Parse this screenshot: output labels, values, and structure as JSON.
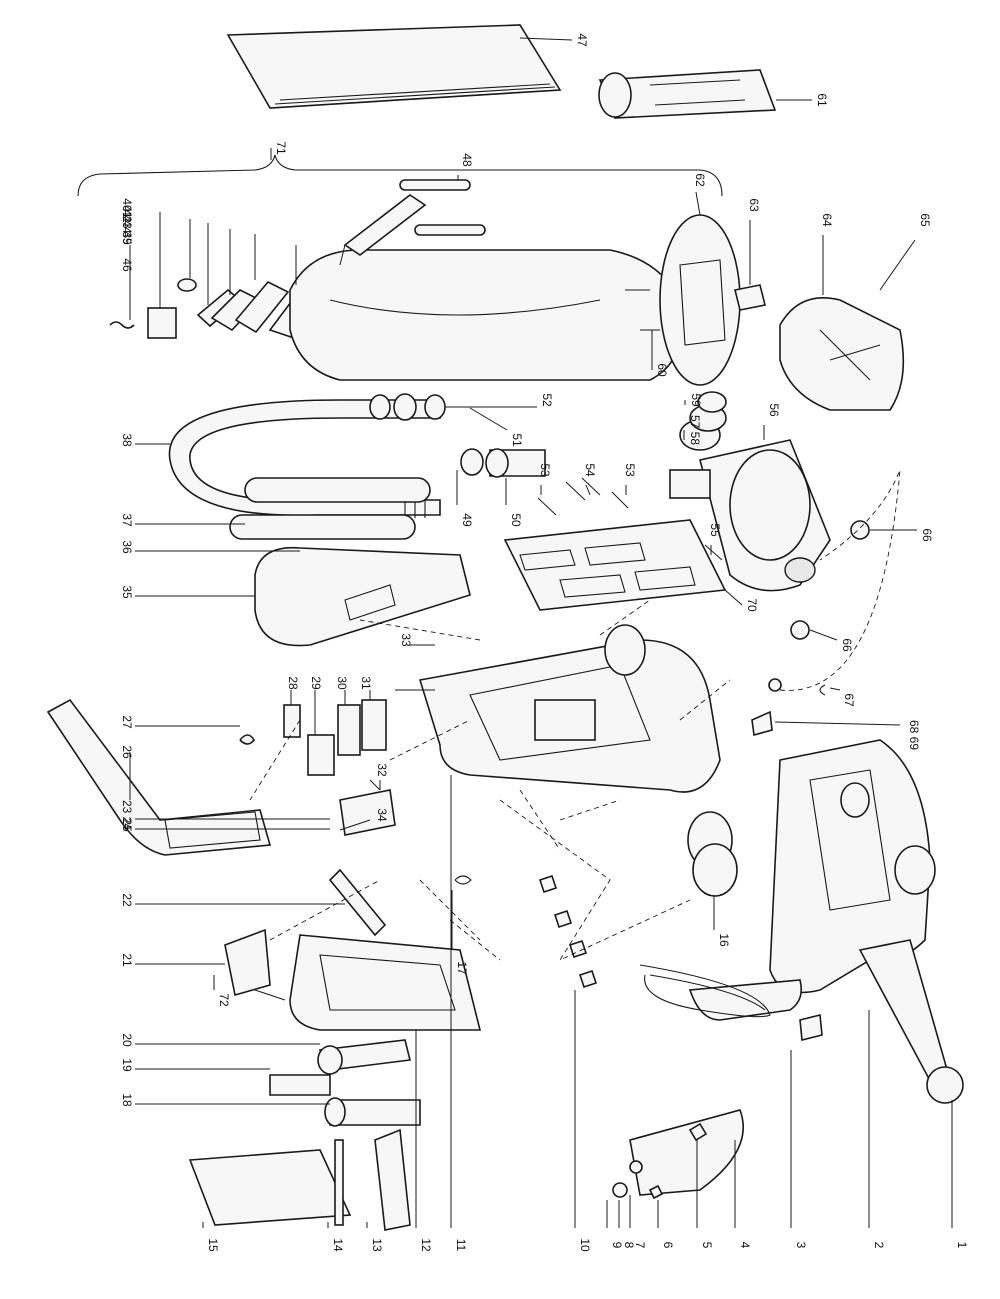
{
  "parts": [
    {
      "n": "1"
    },
    {
      "n": "2"
    },
    {
      "n": "3"
    },
    {
      "n": "4"
    },
    {
      "n": "5"
    },
    {
      "n": "6"
    },
    {
      "n": "7"
    },
    {
      "n": "8"
    },
    {
      "n": "9"
    },
    {
      "n": "10"
    },
    {
      "n": "11"
    },
    {
      "n": "12"
    },
    {
      "n": "13"
    },
    {
      "n": "14"
    },
    {
      "n": "15"
    },
    {
      "n": "16"
    },
    {
      "n": "17"
    },
    {
      "n": "18"
    },
    {
      "n": "19"
    },
    {
      "n": "20"
    },
    {
      "n": "21"
    },
    {
      "n": "22"
    },
    {
      "n": "23 24"
    },
    {
      "n": "25"
    },
    {
      "n": "26"
    },
    {
      "n": "27"
    },
    {
      "n": "28"
    },
    {
      "n": "29"
    },
    {
      "n": "30"
    },
    {
      "n": "31"
    },
    {
      "n": "32"
    },
    {
      "n": "33"
    },
    {
      "n": "34"
    },
    {
      "n": "35"
    },
    {
      "n": "36"
    },
    {
      "n": "37"
    },
    {
      "n": "38"
    },
    {
      "n": "39"
    },
    {
      "n": "40"
    },
    {
      "n": "41"
    },
    {
      "n": "42"
    },
    {
      "n": "43"
    },
    {
      "n": "44"
    },
    {
      "n": "45"
    },
    {
      "n": "46"
    },
    {
      "n": "47"
    },
    {
      "n": "48"
    },
    {
      "n": "49"
    },
    {
      "n": "50"
    },
    {
      "n": "51"
    },
    {
      "n": "52"
    },
    {
      "n": "53"
    },
    {
      "n": "53"
    },
    {
      "n": "54"
    },
    {
      "n": "55"
    },
    {
      "n": "56"
    },
    {
      "n": "57 58"
    },
    {
      "n": "59"
    },
    {
      "n": "60"
    },
    {
      "n": "61"
    },
    {
      "n": "62"
    },
    {
      "n": "63"
    },
    {
      "n": "64"
    },
    {
      "n": "65"
    },
    {
      "n": "66"
    },
    {
      "n": "66"
    },
    {
      "n": "67"
    },
    {
      "n": "68 69"
    },
    {
      "n": "70"
    },
    {
      "n": "71"
    },
    {
      "n": "72"
    }
  ],
  "colors": {
    "ink": "#1a1a1a",
    "paper": "#ffffff",
    "fill": "#f7f7f7"
  }
}
